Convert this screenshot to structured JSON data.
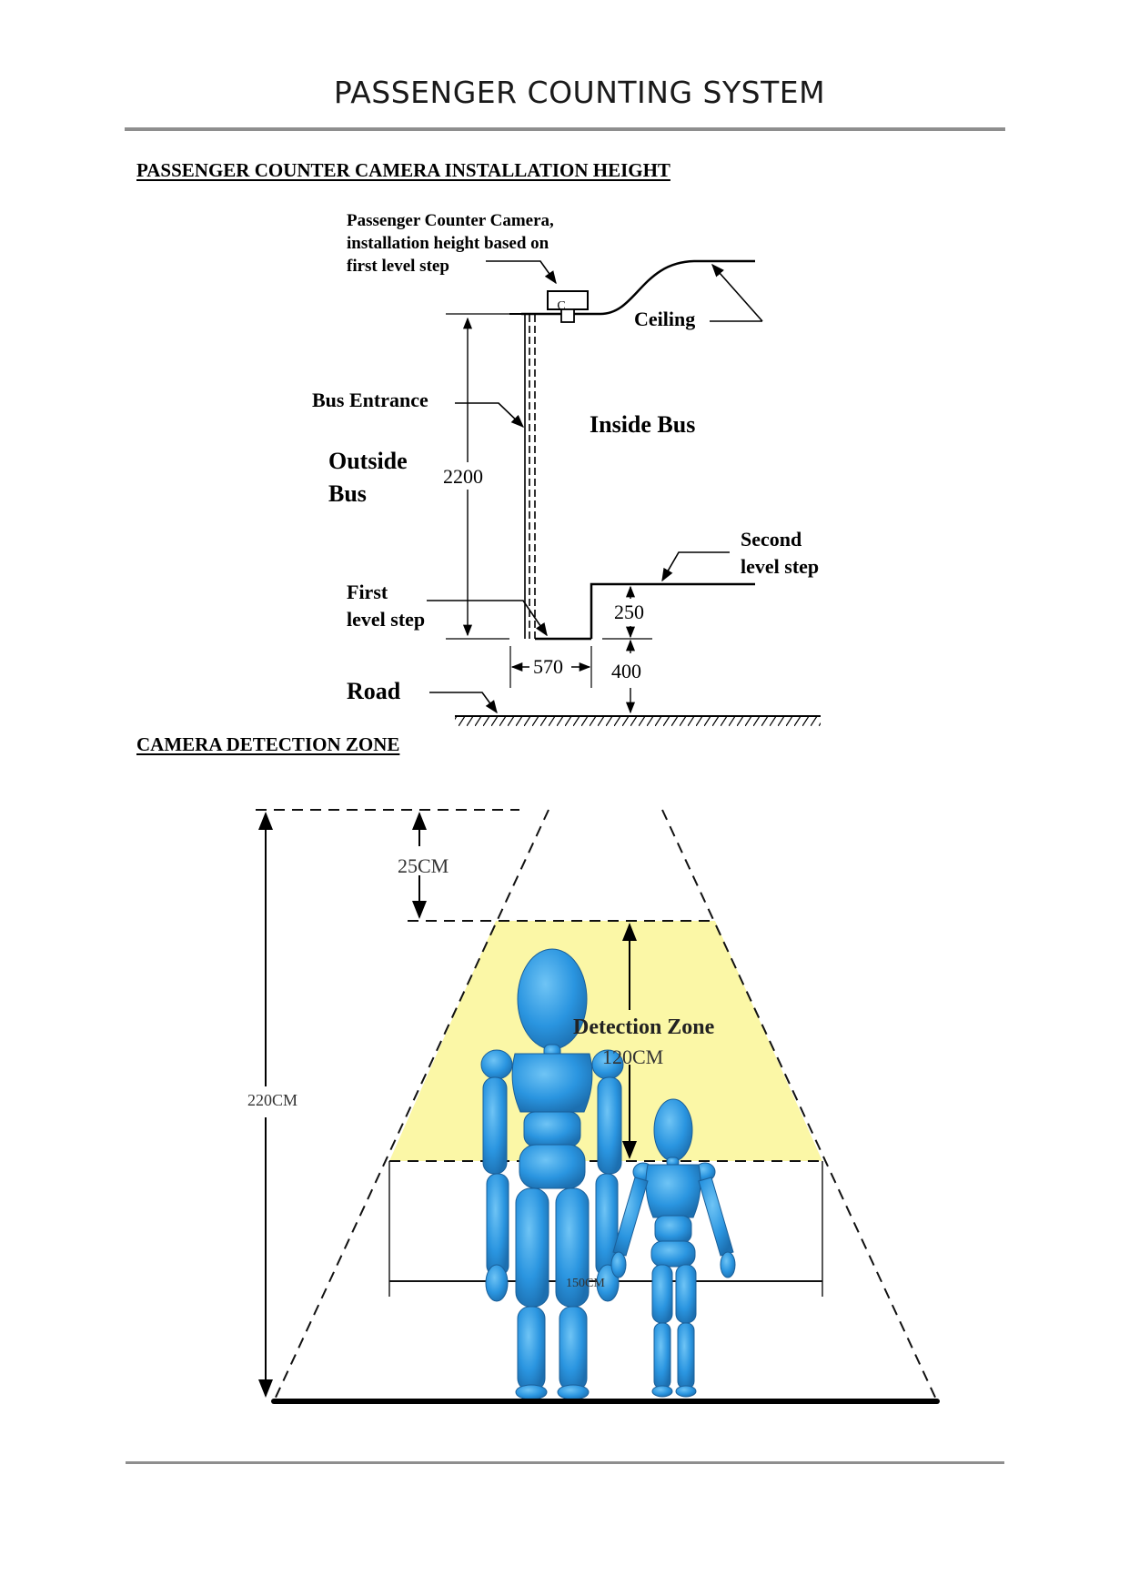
{
  "header": {
    "title": "PASSENGER COUNTING SYSTEM"
  },
  "sections": {
    "installation": {
      "title": "PASSENGER COUNTER CAMERA INSTALLATION HEIGHT",
      "labels": {
        "camera_line1": "Passenger Counter Camera,",
        "camera_line2": "installation height based on",
        "camera_line3": "first level step",
        "camera_letter": "C",
        "ceiling": "Ceiling",
        "bus_entrance": "Bus Entrance",
        "inside_bus": "Inside Bus",
        "outside_line1": "Outside",
        "outside_line2": "Bus",
        "second_line1": "Second",
        "second_line2": "level step",
        "first_line1": "First",
        "first_line2": "level step",
        "road": "Road"
      },
      "dimensions": {
        "height": "2200",
        "step_rise": "250",
        "first_step_height": "400",
        "step_depth": "570"
      }
    },
    "detection": {
      "title": "CAMERA DETECTION ZONE",
      "labels": {
        "zone": "Detection Zone",
        "top_gap": "25CM",
        "zone_height": "120CM",
        "total_height": "220CM",
        "zone_width": "150CM"
      },
      "colors": {
        "zone_fill": "#fbf7a6",
        "figure": "#2a95e0"
      }
    }
  }
}
